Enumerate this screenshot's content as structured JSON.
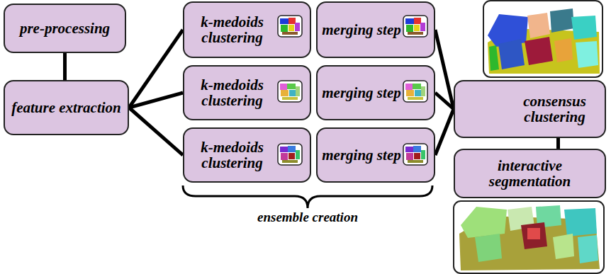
{
  "diagram": {
    "nodes": [
      {
        "text": [
          "pre-processing"
        ]
      },
      {
        "text": [
          "feature extraction"
        ]
      },
      {
        "text": [
          "k-medoids clustering"
        ]
      },
      {
        "text": [
          "k-medoids clustering"
        ]
      },
      {
        "text": [
          "k-medoids clustering"
        ]
      },
      {
        "text": [
          "merging step"
        ]
      },
      {
        "text": [
          "merging step"
        ]
      },
      {
        "text": [
          "merging step"
        ]
      },
      {
        "text": [
          "consensus clustering"
        ]
      },
      {
        "text": [
          "interactive segmentation"
        ]
      }
    ],
    "edges": [
      {
        "from": 0,
        "to": 1,
        "arrow": "none"
      },
      {
        "from": 1,
        "to": 2,
        "arrow": "none"
      },
      {
        "from": 1,
        "to": 3,
        "arrow": "none"
      },
      {
        "from": 1,
        "to": 4,
        "arrow": "none"
      },
      {
        "from": 5,
        "to": 8,
        "arrow": "none"
      },
      {
        "from": 6,
        "to": 8,
        "arrow": "none"
      },
      {
        "from": 7,
        "to": 8,
        "arrow": "none"
      },
      {
        "from": 8,
        "to": 9,
        "arrow": "none"
      }
    ],
    "labels": [
      "ensemble creation"
    ]
  }
}
